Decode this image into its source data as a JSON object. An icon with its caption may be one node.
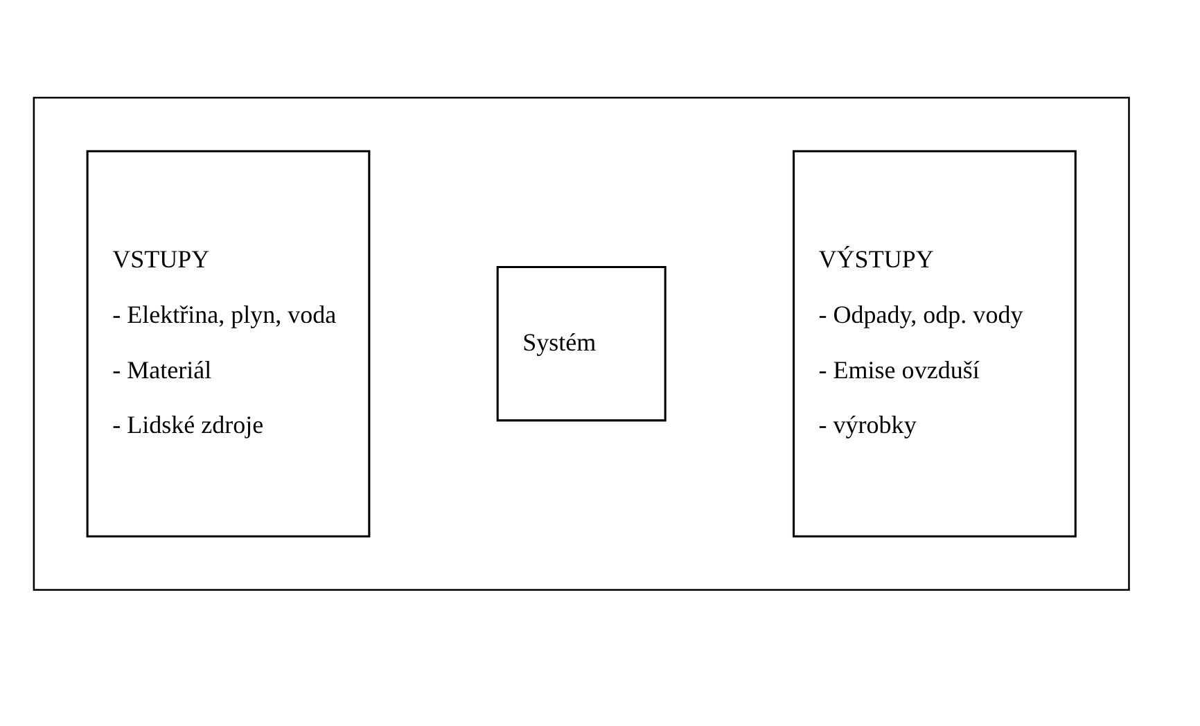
{
  "diagram": {
    "nodes": [
      {
        "text": [],
        "shape": "box"
      },
      {
        "text": [
          "VSTUPY",
          "- Elektřina, plyn, voda",
          "- Materiál",
          "- Lidské zdroje"
        ],
        "in": 0
      },
      {
        "text": [
          "Systém"
        ],
        "in": 0
      },
      {
        "text": [
          "VÝSTUPY",
          "- Odpady, odp. vody",
          "- Emise ovzduší",
          "- výrobky"
        ],
        "in": 0
      }
    ]
  }
}
